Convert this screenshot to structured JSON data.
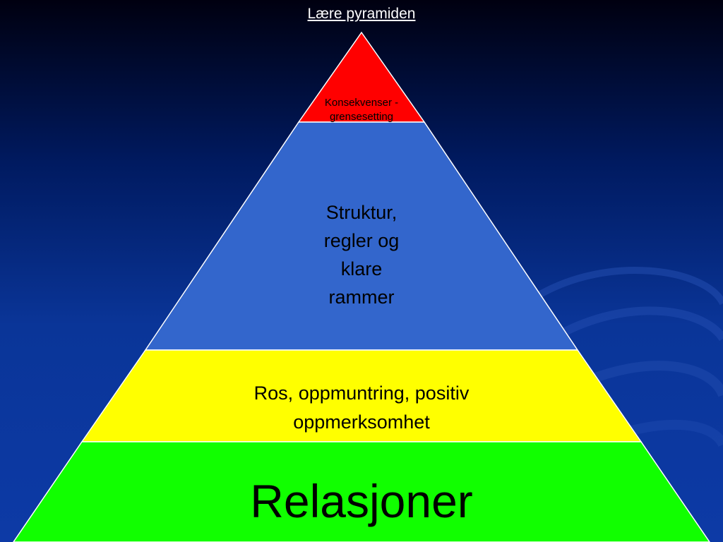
{
  "slide": {
    "title": "Lære pyramiden"
  },
  "pyramid": {
    "levels": [
      {
        "label": "Konsekvenser -\ngrensesetting",
        "color": "#ff0000"
      },
      {
        "label": "Struktur,\nregler og\nklare\nrammer",
        "color": "#3366cc"
      },
      {
        "label": "Ros, oppmuntring, positiv\noppmerksomhet",
        "color": "#ffff00"
      },
      {
        "label": "Relasjoner",
        "color": "#11ff00"
      }
    ]
  },
  "colors": {
    "background": "#0d3aa6",
    "outline": "#ffffff"
  }
}
